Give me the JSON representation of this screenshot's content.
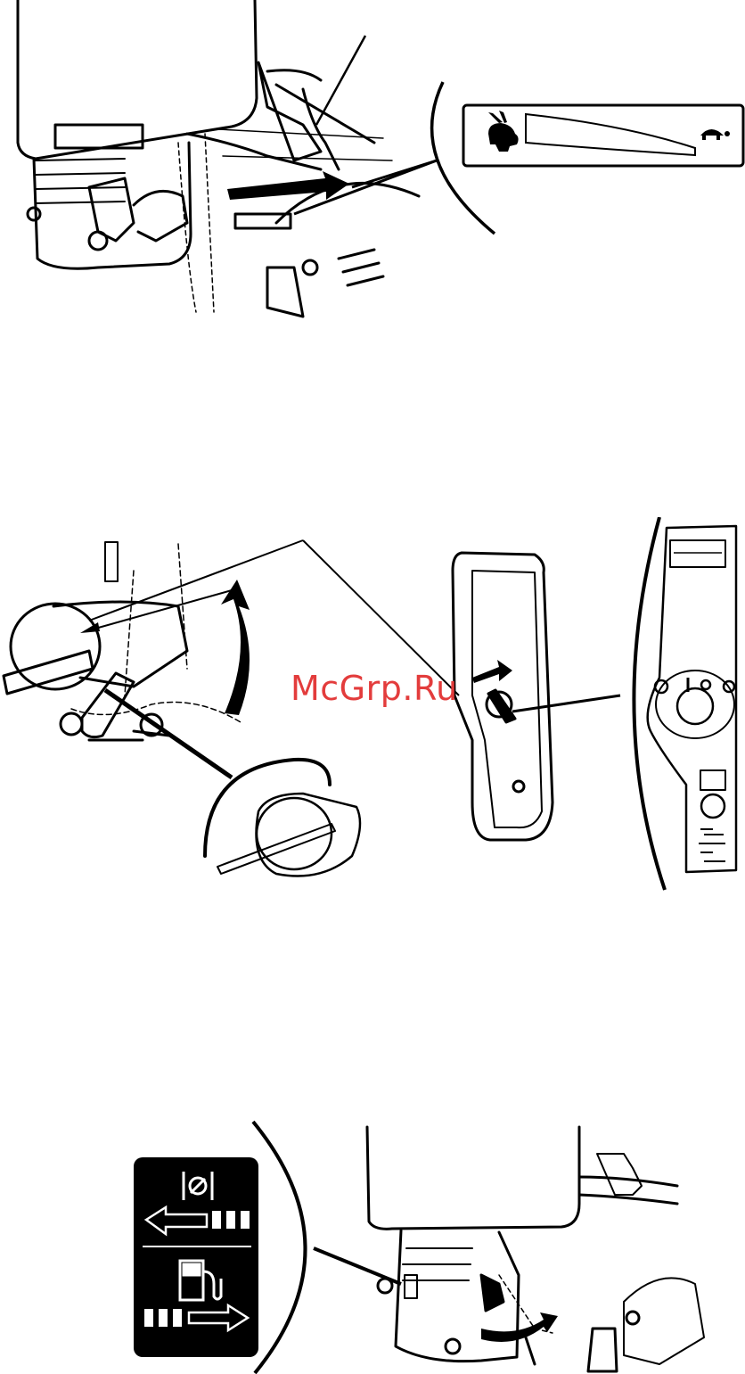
{
  "watermark": {
    "text": "McGrp.Ru",
    "color": "#e33c3c"
  },
  "figures": [
    {
      "id": "throttle",
      "icons": [
        "rabbit-icon",
        "turtle-icon"
      ]
    },
    {
      "id": "choke-and-switch",
      "switch_labels": [
        "I",
        "O"
      ]
    },
    {
      "id": "fuel-valve",
      "icons": [
        "choke-icon",
        "fuel-pump-icon",
        "arrow-left-icon",
        "arrow-right-icon"
      ]
    }
  ]
}
